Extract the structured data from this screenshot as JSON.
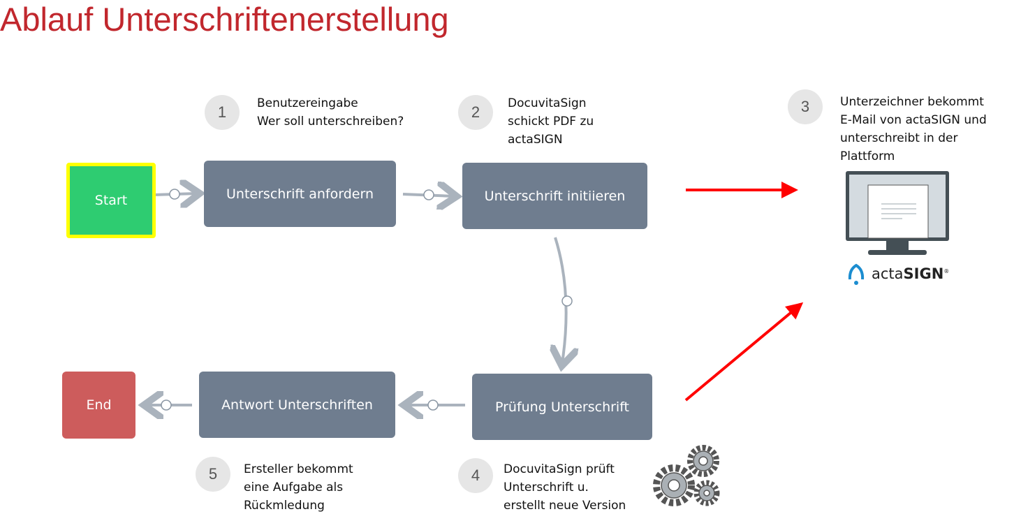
{
  "title": "Ablauf Unterschriftenerstellung",
  "nodes": {
    "start": "Start",
    "request": "Unterschrift anfordern",
    "initiate": "Unterschrift initiieren",
    "check": "Prüfung Unterschrift",
    "answer": "Antwort Unterschriften",
    "end": "End"
  },
  "steps": [
    {
      "num": "1",
      "text": "Benutzereingabe\nWer soll unterschreiben?"
    },
    {
      "num": "2",
      "text": "DocuvitaSign\nschickt PDF zu\nactaSIGN"
    },
    {
      "num": "3",
      "text": "Unterzeichner bekommt\nE-Mail von actaSIGN und\nunterschreibt in der\nPlattform"
    },
    {
      "num": "4",
      "text": "DocuvitaSign prüft\nUnterschrift u.\nerstellt neue Version"
    },
    {
      "num": "5",
      "text": "Ersteller bekommt\neine Aufgabe als\nRückmledung"
    }
  ],
  "logo": {
    "prefix": "acta",
    "bold": "SIGN",
    "reg": "®"
  },
  "colors": {
    "title": "#c1272d",
    "box": "#6f7d8f",
    "start": "#2ecc71",
    "start_border": "#ffff00",
    "end": "#cd5c5c",
    "arrow": "#ff0000"
  }
}
